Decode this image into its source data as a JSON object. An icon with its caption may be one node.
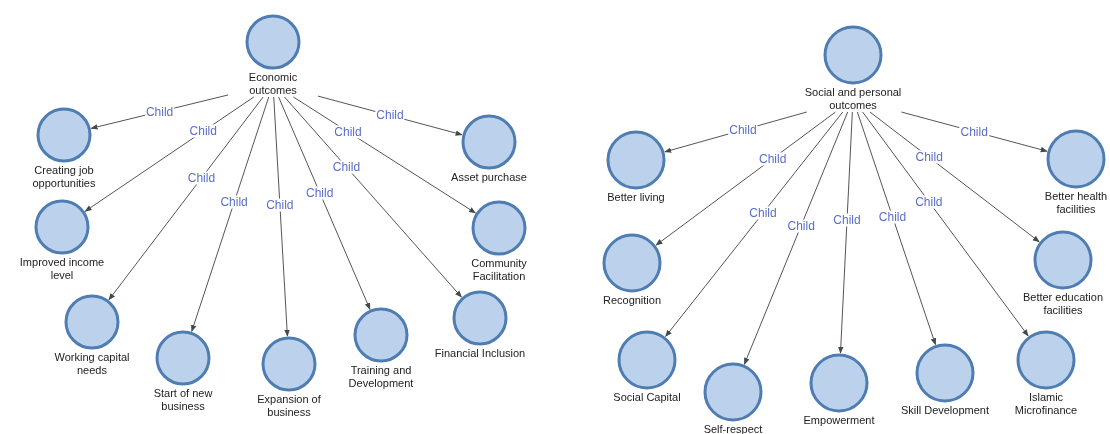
{
  "diagram": {
    "nodes": [
      {
        "text": [
          "Economic outcomes"
        ]
      },
      {
        "text": [
          "Creating job opportunities"
        ]
      },
      {
        "text": [
          "Asset purchase"
        ]
      },
      {
        "text": [
          "Improved income level"
        ]
      },
      {
        "text": [
          "Community Facilitation"
        ]
      },
      {
        "text": [
          "Working capital needs"
        ]
      },
      {
        "text": [
          "Start of new business"
        ]
      },
      {
        "text": [
          "Expansion of business"
        ]
      },
      {
        "text": [
          "Training and Development"
        ]
      },
      {
        "text": [
          "Financial Inclusion"
        ]
      },
      {
        "text": [
          "Social and personal outcomes"
        ]
      },
      {
        "text": [
          "Better living"
        ]
      },
      {
        "text": [
          "Better health facilities"
        ]
      },
      {
        "text": [
          "Recognition"
        ]
      },
      {
        "text": [
          "Better education facilities"
        ]
      },
      {
        "text": [
          "Social Capital"
        ]
      },
      {
        "text": [
          "Self-respect"
        ]
      },
      {
        "text": [
          "Empowerment"
        ]
      },
      {
        "text": [
          "Skill Development"
        ]
      },
      {
        "text": [
          "Islamic Microfinance"
        ]
      }
    ],
    "edges": [
      {
        "from": 0,
        "to": 1,
        "arrow": "to",
        "label": "Child"
      },
      {
        "from": 0,
        "to": 2,
        "arrow": "to",
        "label": "Child"
      },
      {
        "from": 0,
        "to": 3,
        "arrow": "to",
        "label": "Child"
      },
      {
        "from": 0,
        "to": 4,
        "arrow": "to",
        "label": "Child"
      },
      {
        "from": 0,
        "to": 5,
        "arrow": "to",
        "label": "Child"
      },
      {
        "from": 0,
        "to": 6,
        "arrow": "to",
        "label": "Child"
      },
      {
        "from": 0,
        "to": 7,
        "arrow": "to",
        "label": "Child"
      },
      {
        "from": 0,
        "to": 8,
        "arrow": "to",
        "label": "Child"
      },
      {
        "from": 0,
        "to": 9,
        "arrow": "to",
        "label": "Child"
      },
      {
        "from": 10,
        "to": 11,
        "arrow": "to",
        "label": "Child"
      },
      {
        "from": 10,
        "to": 12,
        "arrow": "to",
        "label": "Child"
      },
      {
        "from": 10,
        "to": 13,
        "arrow": "to",
        "label": "Child"
      },
      {
        "from": 10,
        "to": 14,
        "arrow": "to",
        "label": "Child"
      },
      {
        "from": 10,
        "to": 15,
        "arrow": "to",
        "label": "Child"
      },
      {
        "from": 10,
        "to": 16,
        "arrow": "to",
        "label": "Child"
      },
      {
        "from": 10,
        "to": 17,
        "arrow": "to",
        "label": "Child"
      },
      {
        "from": 10,
        "to": 18,
        "arrow": "to",
        "label": "Child"
      },
      {
        "from": 10,
        "to": 19,
        "arrow": "to",
        "label": "Child"
      }
    ]
  }
}
